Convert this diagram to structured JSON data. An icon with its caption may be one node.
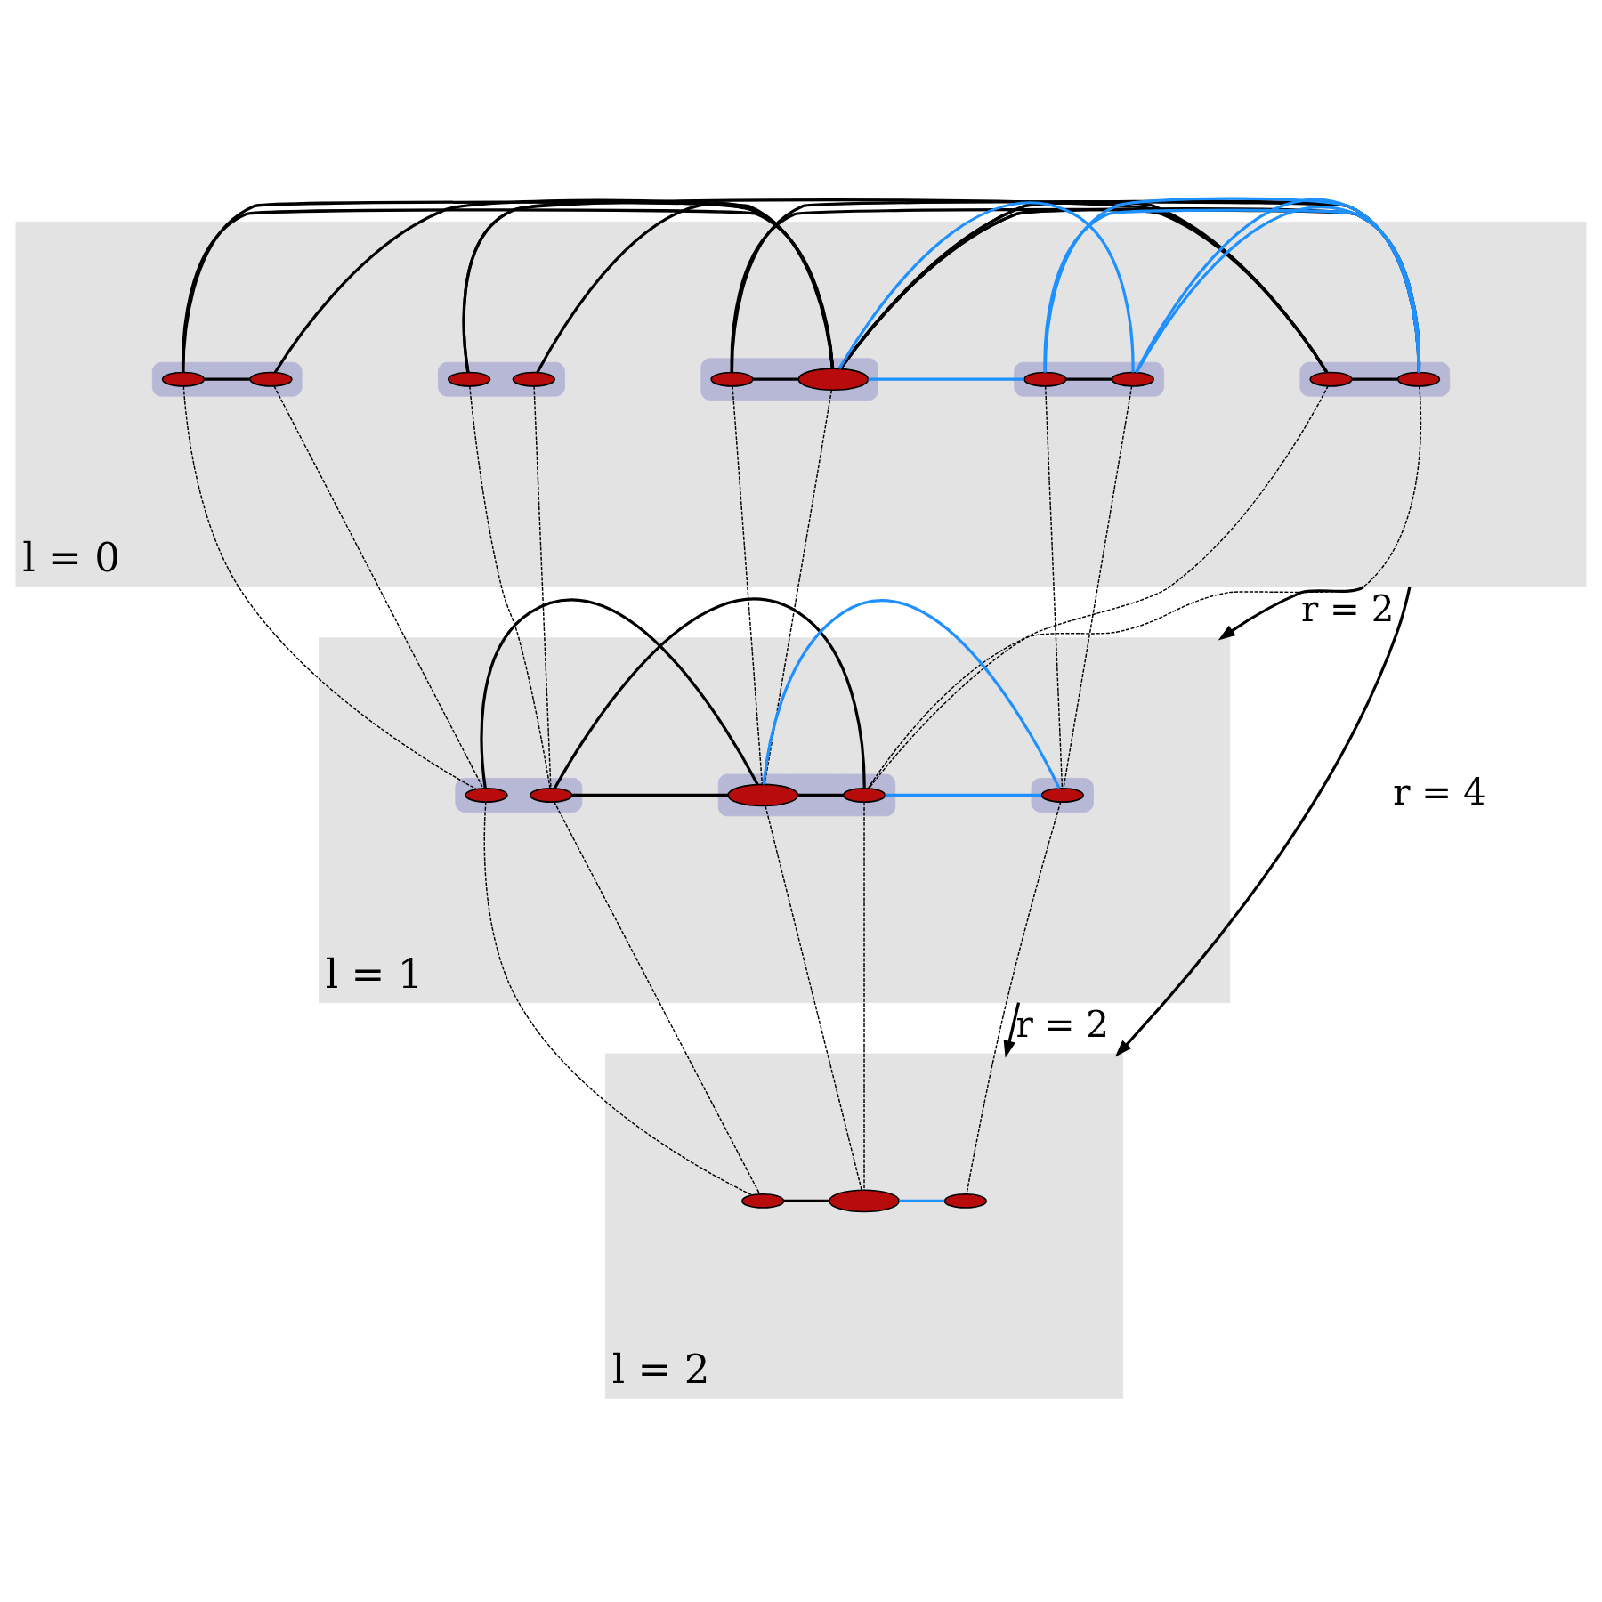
{
  "diagram": {
    "nodes": [
      {
        "text": [
          "l = 0"
        ]
      },
      {
        "text": [],
        "shape": "band",
        "in": 0
      },
      {
        "text": [],
        "shape": "ellipse",
        "in": 1
      },
      {
        "text": [],
        "shape": "ellipse",
        "in": 1
      },
      {
        "text": [],
        "shape": "band",
        "in": 0
      },
      {
        "text": [],
        "shape": "ellipse",
        "in": 4
      },
      {
        "text": [],
        "shape": "ellipse",
        "in": 4
      },
      {
        "text": [],
        "shape": "band",
        "in": 0
      },
      {
        "text": [],
        "shape": "ellipse",
        "in": 7
      },
      {
        "text": [],
        "shape": "ellipse",
        "in": 7
      },
      {
        "text": [],
        "shape": "band",
        "in": 0
      },
      {
        "text": [],
        "shape": "ellipse",
        "in": 10
      },
      {
        "text": [],
        "shape": "ellipse",
        "in": 10
      },
      {
        "text": [],
        "shape": "band",
        "in": 0
      },
      {
        "text": [],
        "shape": "ellipse",
        "in": 13
      },
      {
        "text": [],
        "shape": "ellipse",
        "in": 13
      },
      {
        "text": [
          "l = 1"
        ]
      },
      {
        "text": [],
        "shape": "band",
        "in": 16
      },
      {
        "text": [],
        "shape": "ellipse",
        "in": 17
      },
      {
        "text": [],
        "shape": "ellipse",
        "in": 17
      },
      {
        "text": [],
        "shape": "band",
        "in": 16
      },
      {
        "text": [],
        "shape": "ellipse",
        "in": 20
      },
      {
        "text": [],
        "shape": "ellipse",
        "in": 20
      },
      {
        "text": [],
        "shape": "band",
        "in": 16
      },
      {
        "text": [],
        "shape": "ellipse",
        "in": 23
      },
      {
        "text": [
          "l = 2"
        ]
      },
      {
        "text": [],
        "shape": "ellipse",
        "in": 25
      },
      {
        "text": [],
        "shape": "ellipse",
        "in": 25
      },
      {
        "text": [],
        "shape": "ellipse",
        "in": 25
      }
    ],
    "edges": [
      {
        "from": 2,
        "to": 3,
        "arrow": "none"
      },
      {
        "from": 2,
        "to": 9,
        "arrow": "none"
      },
      {
        "from": 3,
        "to": 9,
        "arrow": "none"
      },
      {
        "from": 5,
        "to": 9,
        "arrow": "none"
      },
      {
        "from": 5,
        "to": 14,
        "arrow": "none"
      },
      {
        "from": 6,
        "to": 9,
        "arrow": "none"
      },
      {
        "from": 8,
        "to": 9,
        "arrow": "none"
      },
      {
        "from": 8,
        "to": 15,
        "arrow": "none"
      },
      {
        "from": 9,
        "to": 14,
        "arrow": "none"
      },
      {
        "from": 9,
        "to": 15,
        "arrow": "none"
      },
      {
        "from": 14,
        "to": 15,
        "arrow": "none"
      },
      {
        "from": 11,
        "to": 12,
        "arrow": "none"
      },
      {
        "from": 11,
        "to": 9,
        "arrow": "none",
        "color": "#1e90ff"
      },
      {
        "from": 12,
        "to": 9,
        "arrow": "none",
        "color": "#1e90ff"
      },
      {
        "from": 11,
        "to": 15,
        "arrow": "none",
        "color": "#1e90ff"
      },
      {
        "from": 12,
        "to": 15,
        "arrow": "none",
        "color": "#1e90ff"
      },
      {
        "from": 18,
        "to": 21,
        "arrow": "none"
      },
      {
        "from": 19,
        "to": 21,
        "arrow": "none"
      },
      {
        "from": 19,
        "to": 22,
        "arrow": "none"
      },
      {
        "from": 22,
        "to": 21,
        "arrow": "none"
      },
      {
        "from": 24,
        "to": 21,
        "arrow": "none",
        "color": "#1e90ff"
      },
      {
        "from": 24,
        "to": 22,
        "arrow": "none",
        "color": "#1e90ff"
      },
      {
        "from": 26,
        "to": 27,
        "arrow": "none"
      },
      {
        "from": 28,
        "to": 27,
        "arrow": "none",
        "color": "#1e90ff"
      },
      {
        "from": 2,
        "to": 18,
        "arrow": "none",
        "style": "dashed"
      },
      {
        "from": 3,
        "to": 18,
        "arrow": "none",
        "style": "dashed"
      },
      {
        "from": 5,
        "to": 19,
        "arrow": "none",
        "style": "dashed"
      },
      {
        "from": 6,
        "to": 19,
        "arrow": "none",
        "style": "dashed"
      },
      {
        "from": 8,
        "to": 21,
        "arrow": "none",
        "style": "dashed"
      },
      {
        "from": 9,
        "to": 21,
        "arrow": "none",
        "style": "dashed"
      },
      {
        "from": 11,
        "to": 24,
        "arrow": "none",
        "style": "dashed"
      },
      {
        "from": 12,
        "to": 24,
        "arrow": "none",
        "style": "dashed"
      },
      {
        "from": 14,
        "to": 22,
        "arrow": "none",
        "style": "dashed"
      },
      {
        "from": 15,
        "to": 22,
        "arrow": "none",
        "style": "dashed"
      },
      {
        "from": 18,
        "to": 26,
        "arrow": "none",
        "style": "dashed"
      },
      {
        "from": 19,
        "to": 26,
        "arrow": "none",
        "style": "dashed"
      },
      {
        "from": 24,
        "to": 28,
        "arrow": "none",
        "style": "dashed"
      },
      {
        "from": 22,
        "to": 27,
        "arrow": "none",
        "style": "dashed"
      },
      {
        "from": 21,
        "to": 27,
        "arrow": "none",
        "style": "dashed"
      },
      {
        "from": 0,
        "to": 25,
        "label": "r = 4",
        "arrow": "to"
      },
      {
        "from": 0,
        "to": 16,
        "label": "r = 2",
        "arrow": "to"
      },
      {
        "from": 16,
        "to": 25,
        "label": "r = 2",
        "arrow": "to"
      }
    ]
  }
}
